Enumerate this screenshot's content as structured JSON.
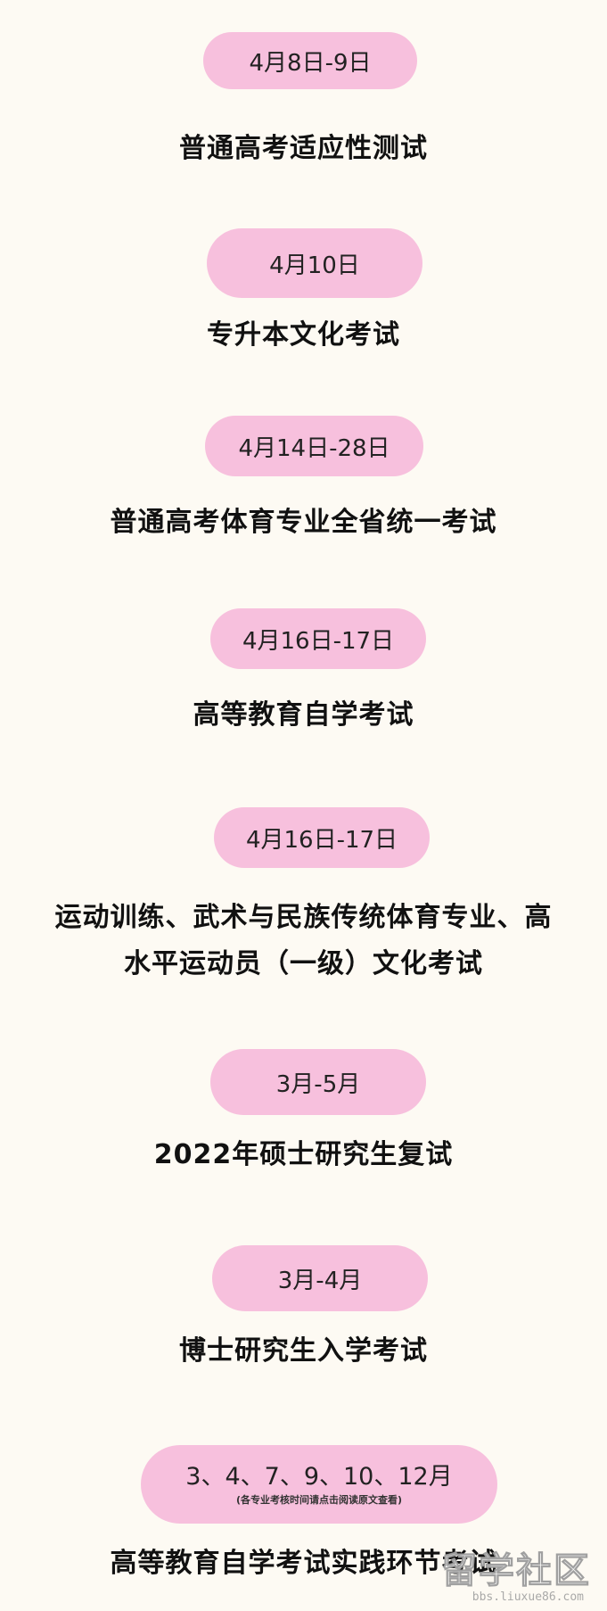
{
  "events": [
    {
      "date": "4月8日-9日",
      "title": [
        "普通高考适应性测试"
      ]
    },
    {
      "date": "4月10日",
      "title": [
        "专升本文化考试"
      ]
    },
    {
      "date": "4月14日-28日",
      "title": [
        "普通高考体育专业全省统一考试"
      ]
    },
    {
      "date": "4月16日-17日",
      "title": [
        "高等教育自学考试"
      ]
    },
    {
      "date": "4月16日-17日",
      "title": [
        "运动训练、武术与民族传统体育专业、高",
        "水平运动员（一级）文化考试"
      ]
    },
    {
      "date": "3月-5月",
      "title": [
        "2022年硕士研究生复试"
      ]
    },
    {
      "date": "3月-4月",
      "title": [
        "博士研究生入学考试"
      ]
    },
    {
      "date": "3、4、7、9、10、12月",
      "note": "(各专业考核时间请点击阅读原文查看)",
      "title": [
        "高等教育自学考试实践环节考试"
      ]
    }
  ],
  "watermark": {
    "text": "留学社区",
    "url": "bbs.liuxue86.com"
  },
  "colors": {
    "background": "#fdfaf3",
    "pill": "#f7c0dd",
    "text": "#111111"
  }
}
